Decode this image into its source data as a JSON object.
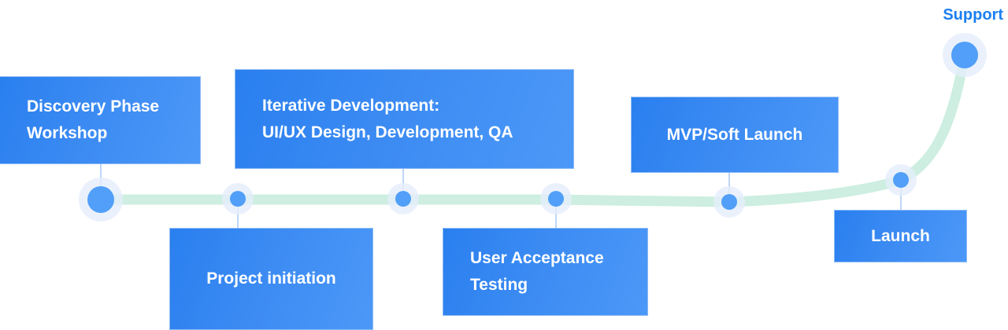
{
  "diagram": {
    "type": "timeline",
    "colors": {
      "box_start": "#2a7fef",
      "box_end": "#4c98f8",
      "node": "#519ff8",
      "node_halo": "#e5eefb",
      "track": "#cdeee0",
      "connector": "#a8c9f4",
      "support_text": "#1b7ff0"
    },
    "steps": [
      {
        "id": "discovery",
        "label": "Discovery Phase\nWorkshop",
        "position": "above",
        "node_size": "large"
      },
      {
        "id": "initiation",
        "label": "Project initiation",
        "position": "below",
        "node_size": "small"
      },
      {
        "id": "iterative",
        "label": "Iterative Development:\nUI/UX Design, Development, QA",
        "position": "above",
        "node_size": "small"
      },
      {
        "id": "uat",
        "label": "User Acceptance\nTesting",
        "position": "below",
        "node_size": "small"
      },
      {
        "id": "mvp",
        "label": "MVP/Soft Launch",
        "position": "above",
        "node_size": "small"
      },
      {
        "id": "launch",
        "label": "Launch",
        "position": "below",
        "node_size": "small"
      },
      {
        "id": "support",
        "label": "Support",
        "position": "above",
        "node_size": "large"
      }
    ]
  }
}
